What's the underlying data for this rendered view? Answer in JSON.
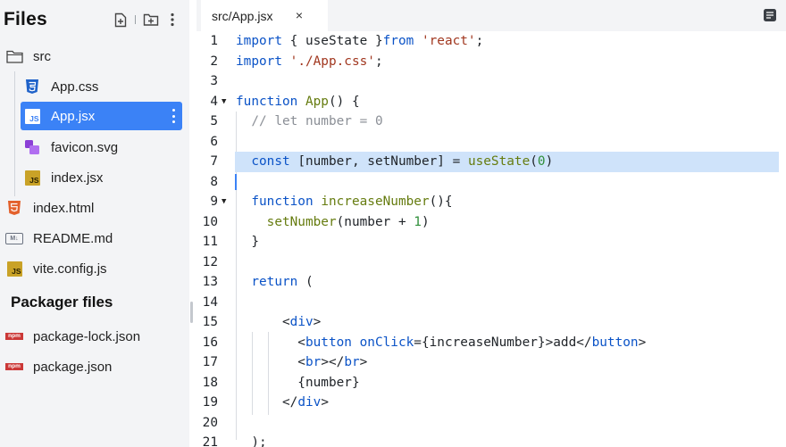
{
  "sidebar": {
    "title": "Files",
    "tree": [
      {
        "label": "src",
        "icon": "folder-icon"
      },
      {
        "label": "App.css",
        "icon": "css-file-icon"
      },
      {
        "label": "App.jsx",
        "icon": "js-file-icon",
        "selected": true
      },
      {
        "label": "favicon.svg",
        "icon": "svg-file-icon"
      },
      {
        "label": "index.jsx",
        "icon": "js-file-icon"
      },
      {
        "label": "index.html",
        "icon": "html-file-icon"
      },
      {
        "label": "README.md",
        "icon": "markdown-file-icon"
      },
      {
        "label": "vite.config.js",
        "icon": "js-file-icon"
      }
    ],
    "packager_title": "Packager files",
    "packager_files": [
      {
        "label": "package-lock.json",
        "icon": "npm-file-icon"
      },
      {
        "label": "package.json",
        "icon": "npm-file-icon"
      }
    ],
    "badges": {
      "js": "JS",
      "md": "M↓",
      "npm": "npm"
    }
  },
  "editor": {
    "tab_label": "src/App.jsx",
    "tab_close": "×",
    "lines": [
      {
        "n": "1",
        "tokens": [
          [
            "kw",
            "import"
          ],
          [
            "pun",
            " { useState }"
          ],
          [
            "kw",
            "from"
          ],
          [
            "pun",
            " "
          ],
          [
            "str",
            "'react'"
          ],
          [
            "pun",
            ";"
          ]
        ]
      },
      {
        "n": "2",
        "tokens": [
          [
            "kw",
            "import"
          ],
          [
            "pun",
            " "
          ],
          [
            "str",
            "'./App.css'"
          ],
          [
            "pun",
            ";"
          ]
        ]
      },
      {
        "n": "3",
        "tokens": []
      },
      {
        "n": "4",
        "fold": true,
        "tokens": [
          [
            "kw",
            "function"
          ],
          [
            "pun",
            " "
          ],
          [
            "fn",
            "App"
          ],
          [
            "pun",
            "() {"
          ]
        ]
      },
      {
        "n": "5",
        "tokens": [
          [
            "pun",
            "  "
          ],
          [
            "cm",
            "// let number = 0"
          ]
        ]
      },
      {
        "n": "6",
        "tokens": []
      },
      {
        "n": "7",
        "highlight": true,
        "tokens": [
          [
            "pun",
            "  "
          ],
          [
            "kw",
            "const"
          ],
          [
            "pun",
            " [number, setNumber] = "
          ],
          [
            "fn",
            "useState"
          ],
          [
            "pun",
            "("
          ],
          [
            "num",
            "0"
          ],
          [
            "pun",
            ")"
          ]
        ]
      },
      {
        "n": "8",
        "tokens": []
      },
      {
        "n": "9",
        "fold": true,
        "tokens": [
          [
            "pun",
            "  "
          ],
          [
            "kw",
            "function"
          ],
          [
            "pun",
            " "
          ],
          [
            "fn",
            "increaseNumber"
          ],
          [
            "pun",
            "(){"
          ]
        ]
      },
      {
        "n": "10",
        "tokens": [
          [
            "pun",
            "    "
          ],
          [
            "fn",
            "setNumber"
          ],
          [
            "pun",
            "(number + "
          ],
          [
            "num",
            "1"
          ],
          [
            "pun",
            ")"
          ]
        ]
      },
      {
        "n": "11",
        "tokens": [
          [
            "pun",
            "  }"
          ]
        ]
      },
      {
        "n": "12",
        "tokens": []
      },
      {
        "n": "13",
        "tokens": [
          [
            "pun",
            "  "
          ],
          [
            "kw",
            "return"
          ],
          [
            "pun",
            " ("
          ]
        ]
      },
      {
        "n": "14",
        "tokens": []
      },
      {
        "n": "15",
        "tokens": [
          [
            "pun",
            "      <"
          ],
          [
            "tag",
            "div"
          ],
          [
            "pun",
            ">"
          ]
        ]
      },
      {
        "n": "16",
        "tokens": [
          [
            "pun",
            "        <"
          ],
          [
            "tag",
            "button"
          ],
          [
            "pun",
            " "
          ],
          [
            "attr",
            "onClick"
          ],
          [
            "pun",
            "={increaseNumber}>add</"
          ],
          [
            "tag",
            "button"
          ],
          [
            "pun",
            ">"
          ]
        ]
      },
      {
        "n": "17",
        "tokens": [
          [
            "pun",
            "        <"
          ],
          [
            "tag",
            "br"
          ],
          [
            "pun",
            "></"
          ],
          [
            "tag",
            "br"
          ],
          [
            "pun",
            ">"
          ]
        ]
      },
      {
        "n": "18",
        "tokens": [
          [
            "pun",
            "        {number}"
          ]
        ]
      },
      {
        "n": "19",
        "tokens": [
          [
            "pun",
            "      </"
          ],
          [
            "tag",
            "div"
          ],
          [
            "pun",
            ">"
          ]
        ]
      },
      {
        "n": "20",
        "tokens": []
      },
      {
        "n": "21",
        "tokens": [
          [
            "pun",
            "  );"
          ]
        ]
      }
    ]
  },
  "colors": {
    "accent": "#3b82f6",
    "line_highlight": "#cfe3fa",
    "keyword": "#0b53c7",
    "string": "#a1371f",
    "function": "#667c10",
    "comment": "#8b8f96",
    "number": "#2f8f3a"
  }
}
